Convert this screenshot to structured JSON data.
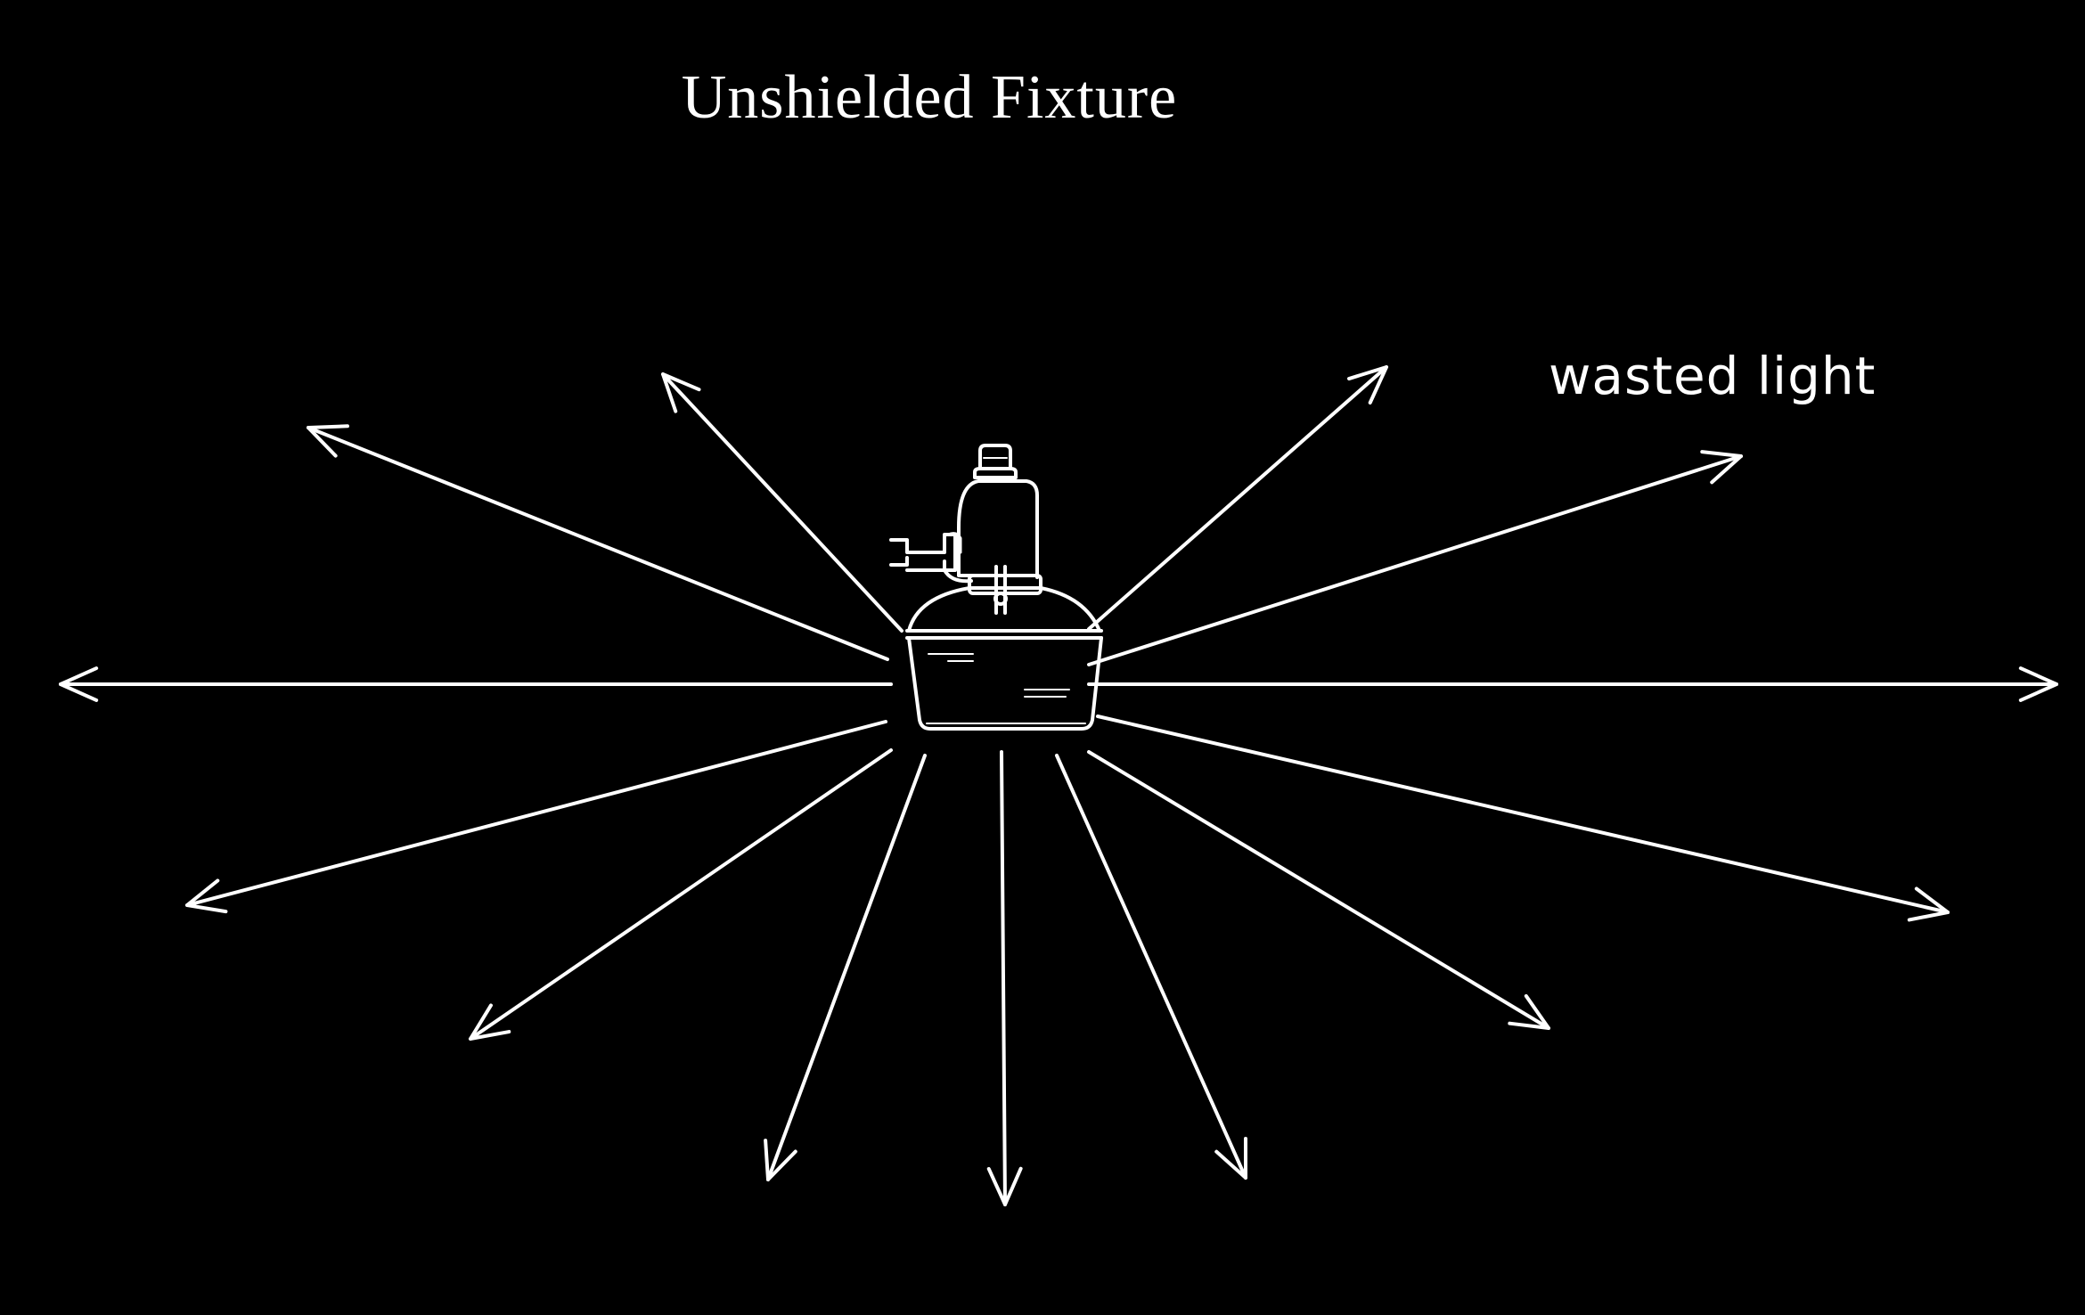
{
  "diagram": {
    "title": "Unshielded Fixture",
    "callout": "wasted light",
    "colors": {
      "background": "#000000",
      "ink": "#ffffff"
    },
    "rays": [
      {
        "name": "ray-up-left-steep"
      },
      {
        "name": "ray-up-right-steep"
      },
      {
        "name": "ray-upper-left"
      },
      {
        "name": "ray-upper-right"
      },
      {
        "name": "ray-left"
      },
      {
        "name": "ray-right"
      },
      {
        "name": "ray-lower-left"
      },
      {
        "name": "ray-lower-right"
      },
      {
        "name": "ray-down-left"
      },
      {
        "name": "ray-down-right"
      },
      {
        "name": "ray-down-left-steep"
      },
      {
        "name": "ray-down-right-steep"
      },
      {
        "name": "ray-down"
      }
    ]
  }
}
